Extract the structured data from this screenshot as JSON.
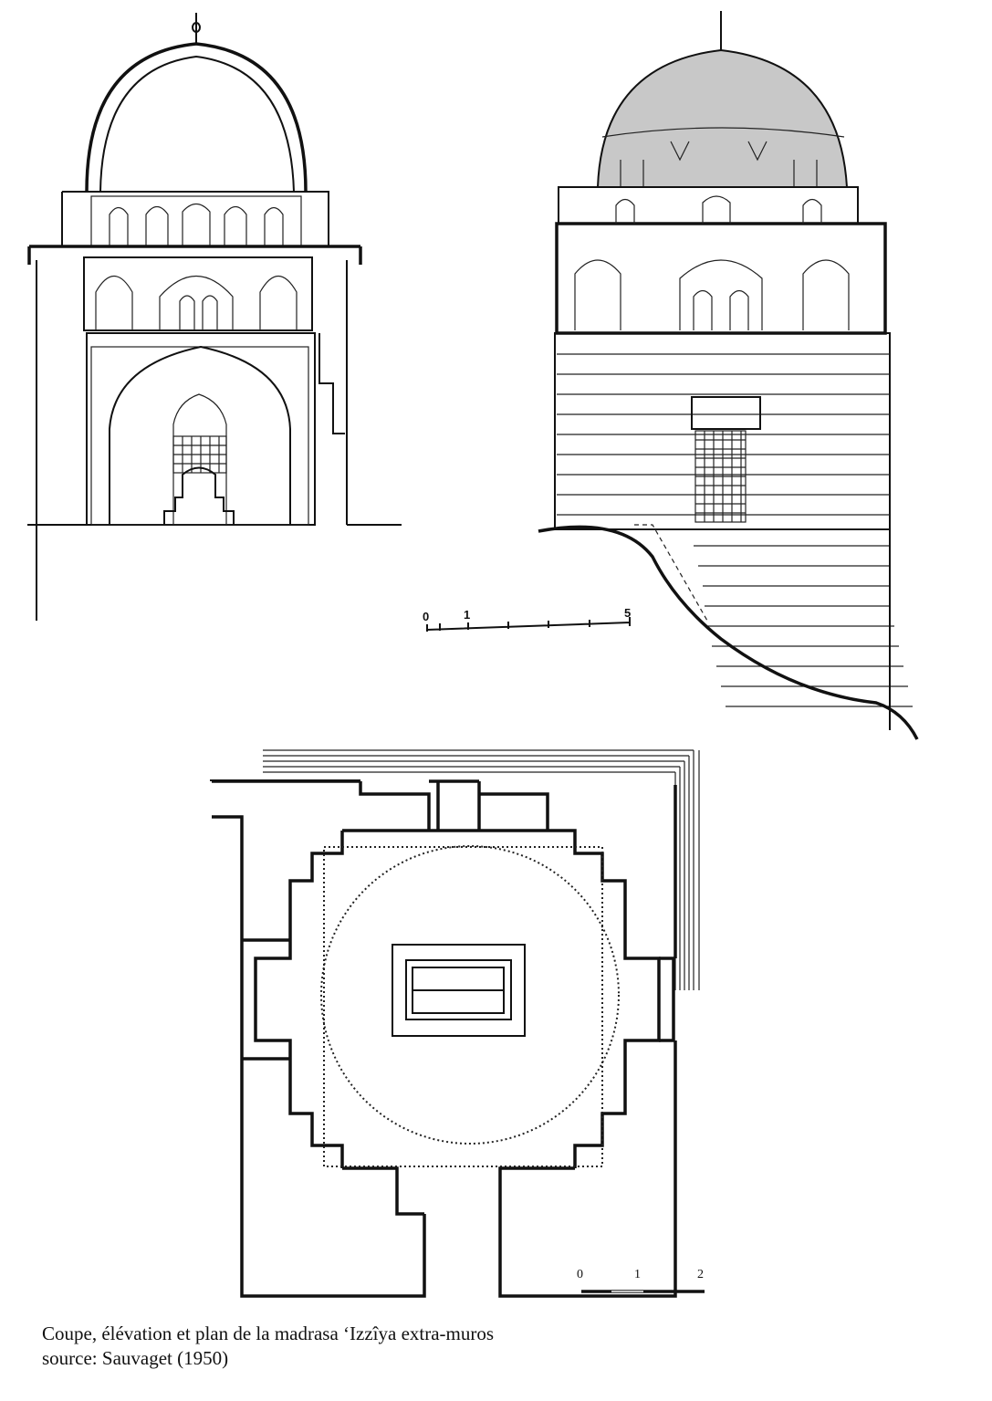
{
  "caption": {
    "line1": "Coupe, élévation et plan de la madrasa ‘Izzîya extra-muros",
    "line2": "source: Sauvaget (1950)"
  },
  "scale_elevation": {
    "labels": [
      "0",
      "1",
      "5"
    ]
  },
  "scale_plan": {
    "labels": [
      "0",
      "1",
      "2"
    ]
  },
  "colors": {
    "ink": "#111111",
    "dome_fill": "#c8c8c8",
    "background": "#ffffff"
  }
}
